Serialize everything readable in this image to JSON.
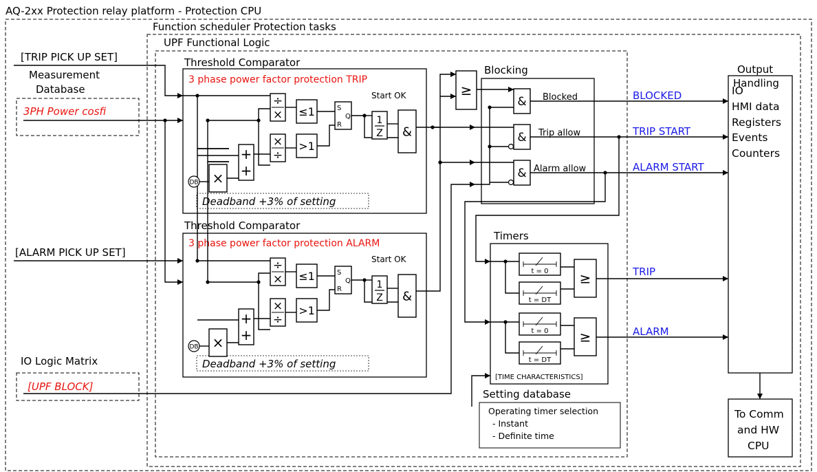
{
  "platform_title": "AQ-2xx Protection relay platform - Protection CPU",
  "scheduler_title": "Function scheduler Protection tasks",
  "functional_logic_title": "UPF Functional Logic",
  "inputs": {
    "trip_pickup": "[TRIP PICK UP SET]",
    "measurement_line1": "Measurement",
    "measurement_line2": "Database",
    "power_cosfi": "3PH Power cosfi",
    "alarm_pickup": "[ALARM PICK UP SET]",
    "io_matrix": "IO Logic Matrix",
    "upf_block": "[UPF BLOCK]"
  },
  "comparator_trip": {
    "title": "Threshold Comparator",
    "subtitle": "3 phase power factor protection TRIP",
    "start_ok": "Start OK",
    "deadband": "Deadband  +3% of setting"
  },
  "comparator_alarm": {
    "title": "Threshold Comparator",
    "subtitle": "3 phase power factor protection ALARM",
    "start_ok": "Start OK",
    "deadband": "Deadband  +3% of setting"
  },
  "blocks": {
    "divide": "÷",
    "multiply": "×",
    "plus": "+",
    "le1": "≤1",
    "gt1": ">1",
    "and": "&",
    "ge": "≥",
    "db": "DB",
    "sr_s": "S",
    "sr_r": "R",
    "sr_q": "Q",
    "z_num": "1",
    "z_den": "Z"
  },
  "blocking": {
    "title": "Blocking",
    "blocked": "Blocked",
    "trip_allow": "Trip allow",
    "alarm_allow": "Alarm allow"
  },
  "timers": {
    "title": "Timers",
    "t0": "t = 0",
    "tdt": "t = DT",
    "characteristics": "[TIME CHARACTERISTICS]"
  },
  "setting_db": {
    "title": "Setting database",
    "line1": "Operating timer selection",
    "line2": " - Instant",
    "line3": " - Definite time"
  },
  "signals": {
    "blocked": "BLOCKED",
    "trip_start": "TRIP START",
    "alarm_start": "ALARM START",
    "trip": "TRIP",
    "alarm": "ALARM"
  },
  "output": {
    "title1": "Output",
    "title2": "Handling",
    "items": [
      "IO",
      "HMI data",
      "Registers",
      "Events",
      "Counters"
    ],
    "comm1": "To Comm",
    "comm2": "and HW",
    "comm3": "CPU"
  },
  "colors": {
    "red_text": "#e8140f",
    "blue_signal": "#1a1ae6",
    "lines": "#000000"
  }
}
